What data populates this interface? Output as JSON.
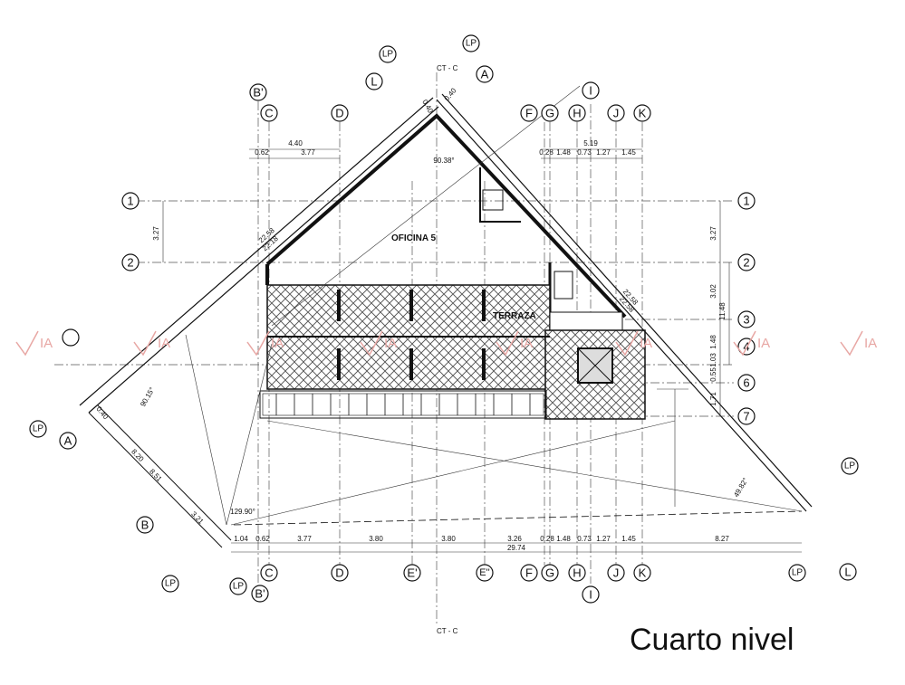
{
  "title": "Cuarto nivel",
  "rooms": {
    "office": "OFICINA 5",
    "terrace": "TERRAZA"
  },
  "grid": {
    "top_cols": [
      "B'",
      "C",
      "D",
      "F",
      "G",
      "H",
      "J",
      "K",
      "I"
    ],
    "bottom_cols": [
      "LP",
      "B'",
      "C",
      "D",
      "E'",
      "E''",
      "F",
      "G",
      "H",
      "I",
      "J",
      "K",
      "LP"
    ],
    "rows": [
      "1",
      "2",
      "3",
      "4",
      "6",
      "7"
    ],
    "diag": [
      "LP",
      "LP",
      "A",
      "L",
      "A",
      "LP",
      "B",
      "LP",
      "LP",
      "L"
    ]
  },
  "dims": {
    "top_left_total": "4.40",
    "top_left": [
      "0.62",
      "3.77"
    ],
    "top_right_total": "5.19",
    "top_right": [
      "0.28",
      "1.48",
      "0.73",
      "1.27",
      "1.45"
    ],
    "left_v": "3.27",
    "right_v": [
      "3.27",
      "3.02",
      "11.48",
      "1.48",
      "1.03",
      "0.55",
      "1.71"
    ],
    "bottom": [
      "1.04",
      "0.62",
      "3.77",
      "3.80",
      "3.80",
      "3.26",
      "0.28",
      "1.48",
      "0.73",
      "1.27",
      "1.45",
      "8.27"
    ],
    "bottom_total": "29.74",
    "apex_angle": "90.38°",
    "left_angle": "90.15°",
    "bl_angle": "129.90°",
    "br_angle": "49.82°",
    "left_edge": [
      "22.58",
      "22.18"
    ],
    "right_edge": [
      "22.58",
      "22.58"
    ],
    "diag_dims": [
      "8.20",
      "8.51",
      "3.21"
    ],
    "section_label": "CT - C",
    "edge_thk": [
      "0.40",
      "0.40",
      "0.40"
    ]
  },
  "watermark": "IA"
}
